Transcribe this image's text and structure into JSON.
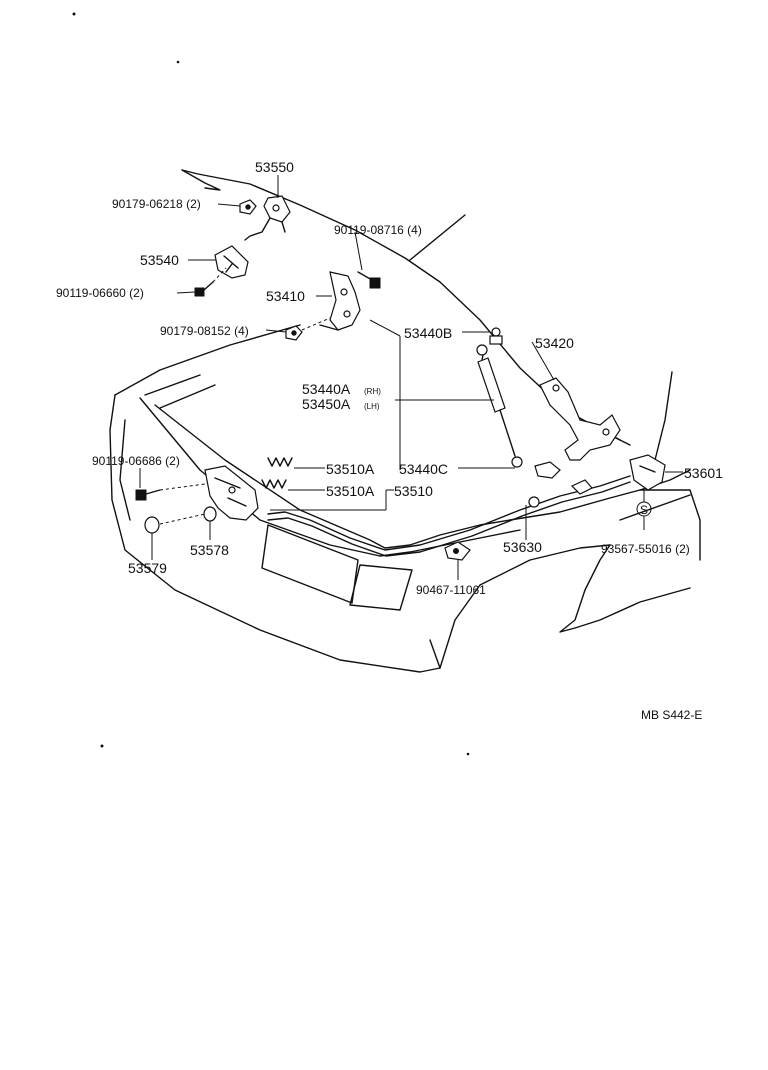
{
  "labels": {
    "p53550": "53550",
    "p90179_06218": "90179-06218 (2)",
    "p90119_08716": "90119-08716 (4)",
    "p53540": "53540",
    "p90119_06660": "90119-06660 (2)",
    "p53410": "53410",
    "p90179_08152": "90179-08152 (4)",
    "p53440B": "53440B",
    "p53420": "53420",
    "p53440A": "53440A",
    "p53440A_side": "(RH)",
    "p53450A": "53450A",
    "p53450A_side": "(LH)",
    "p90119_06686": "90119-06686 (2)",
    "p53510A_1": "53510A",
    "p53440C": "53440C",
    "p53601": "53601",
    "p53510A_2": "53510A",
    "p53510": "53510",
    "p53578": "53578",
    "p53630": "53630",
    "p53579": "53579",
    "p93567_55016": "93567-55016 (2)",
    "p90467_11061": "90467-11061",
    "s_mark": "S",
    "figure_code": "MB S442-E"
  }
}
